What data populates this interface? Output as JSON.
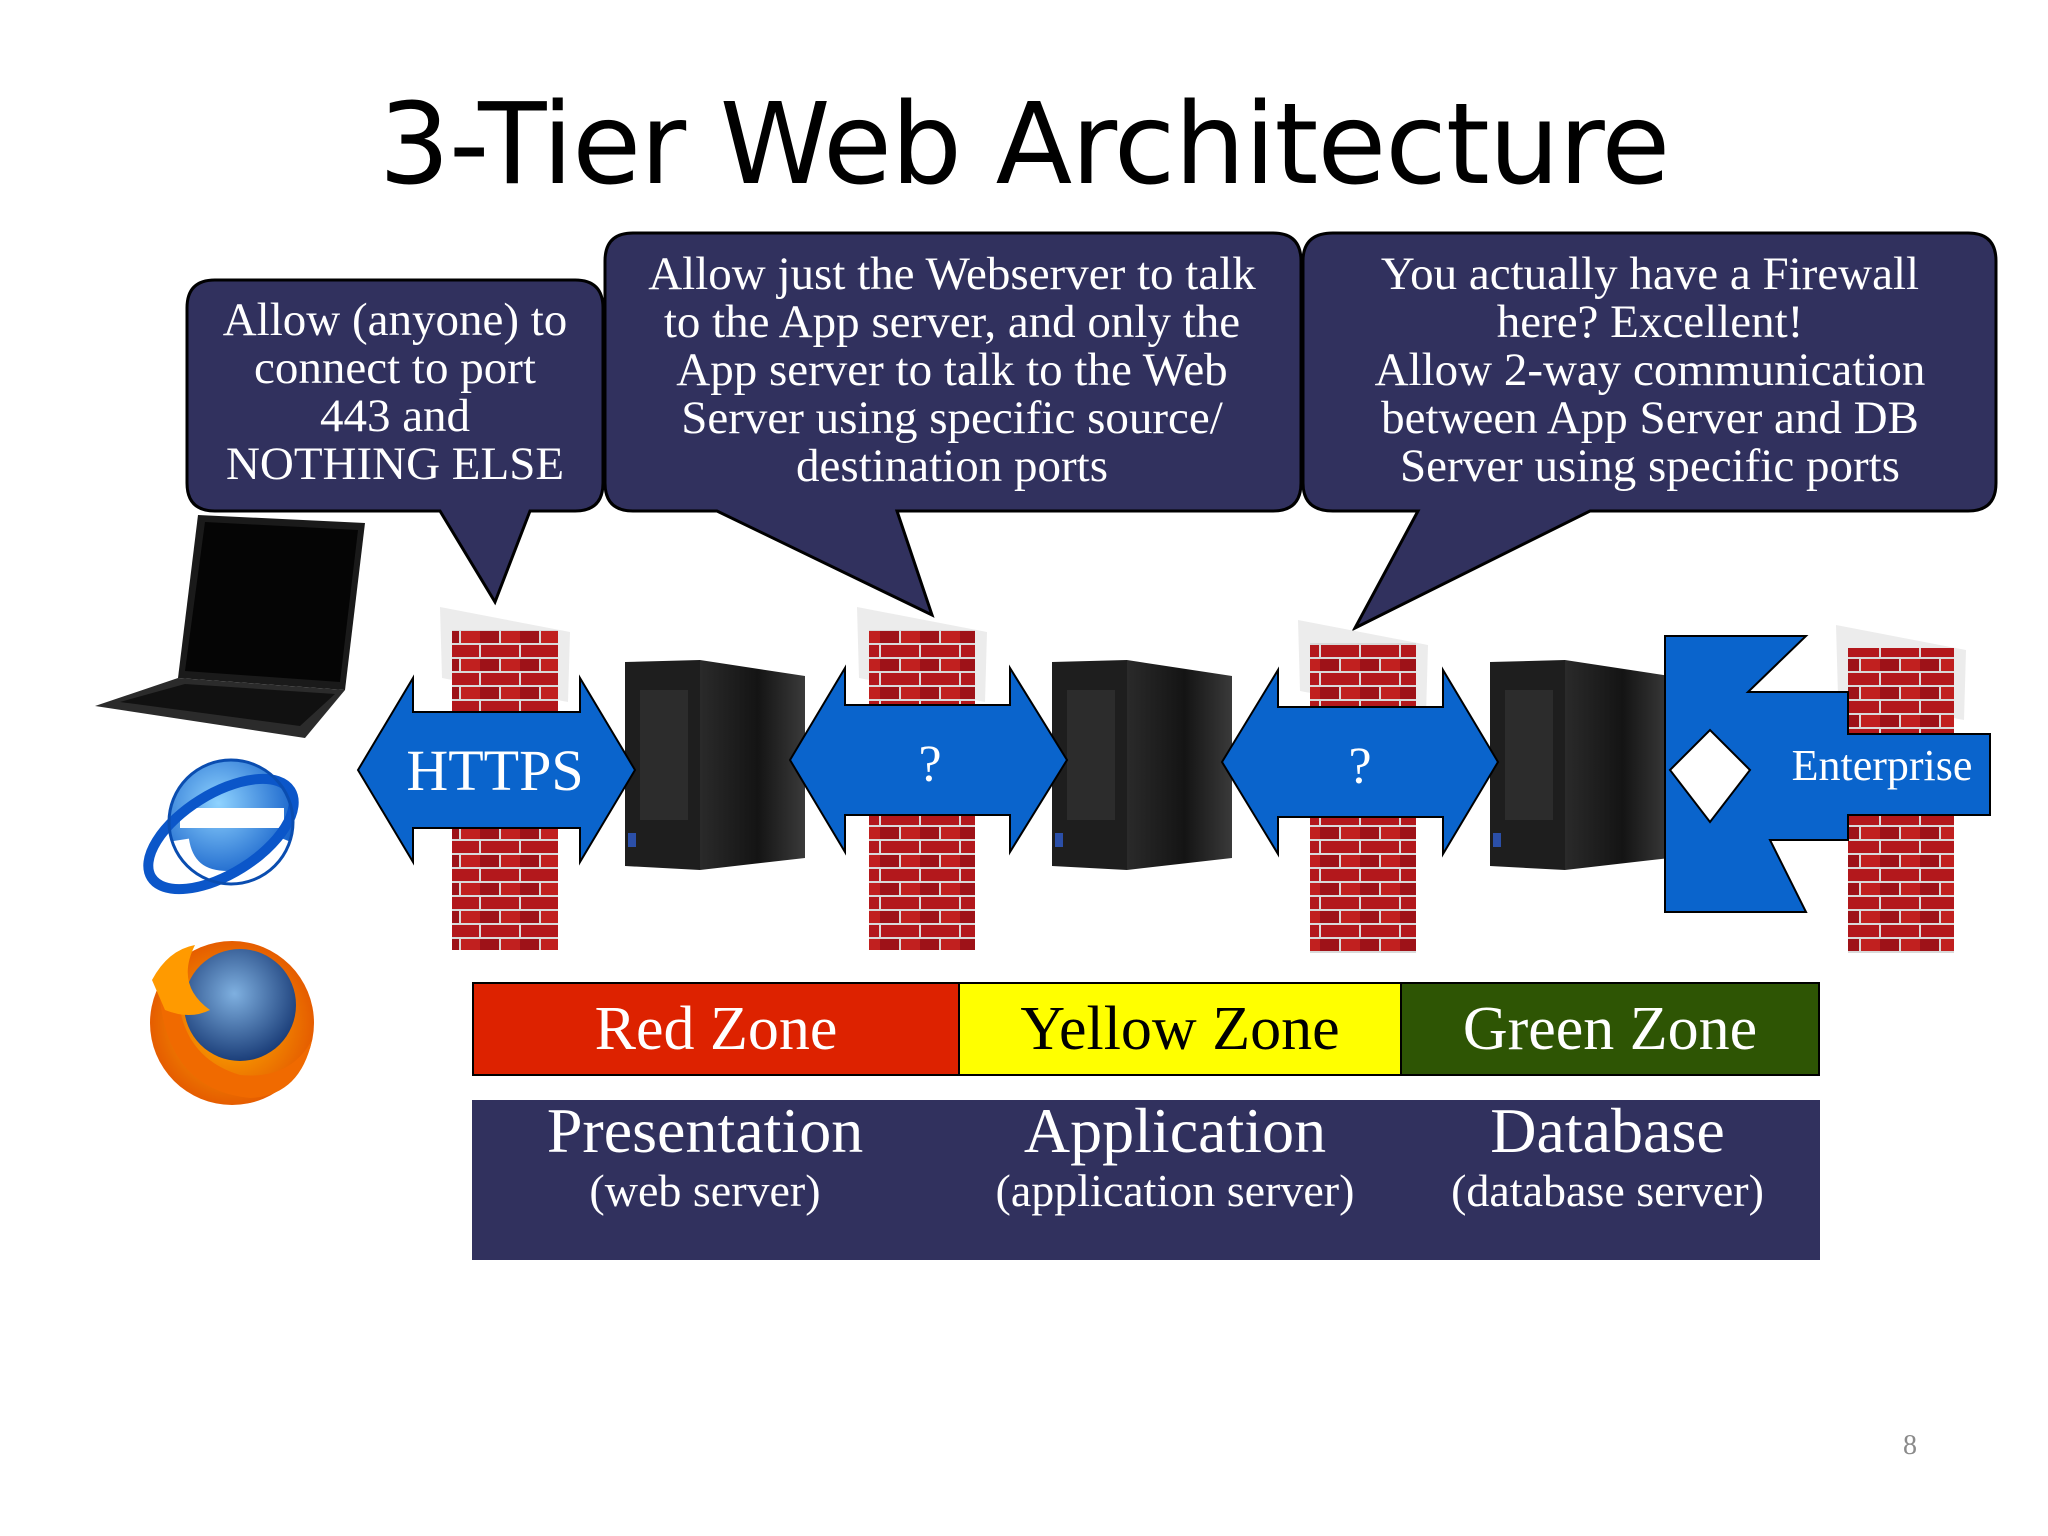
{
  "title": "3-Tier Web Architecture",
  "callouts": [
    {
      "lines": [
        "Allow (anyone) to",
        "connect to port",
        "443 and",
        "NOTHING ELSE"
      ]
    },
    {
      "lines": [
        "Allow just the Webserver to talk",
        "to the App server, and only the",
        "App server to talk to the Web",
        "Server using specific source/",
        "destination ports"
      ]
    },
    {
      "lines": [
        "You actually have a Firewall",
        "here? Excellent!",
        "Allow 2-way communication",
        "between App Server and DB",
        "Server using specific ports"
      ]
    }
  ],
  "arrows": {
    "https": "HTTPS",
    "app": "?",
    "db": "?",
    "enterprise": "Enterprise"
  },
  "zones": [
    {
      "label": "Red Zone",
      "color": "#dd2200",
      "text_color": "#ffffff"
    },
    {
      "label": "Yellow Zone",
      "color": "#ffff00",
      "text_color": "#000000"
    },
    {
      "label": "Green Zone",
      "color": "#2e5504",
      "text_color": "#ffffff"
    }
  ],
  "tiers": [
    {
      "name": "Presentation",
      "sub": "(web server)"
    },
    {
      "name": "Application",
      "sub": "(application server)"
    },
    {
      "name": "Database",
      "sub": "(database server)"
    }
  ],
  "icons": [
    "laptop-icon",
    "internet-explorer-icon",
    "firefox-icon",
    "firewall-icon",
    "server-icon"
  ],
  "colors": {
    "callout_bg": "#31315e",
    "arrow_blue": "#0a64cc",
    "brick_red": "#b3181c",
    "tier_bg": "#31315e"
  },
  "page_number": "8"
}
